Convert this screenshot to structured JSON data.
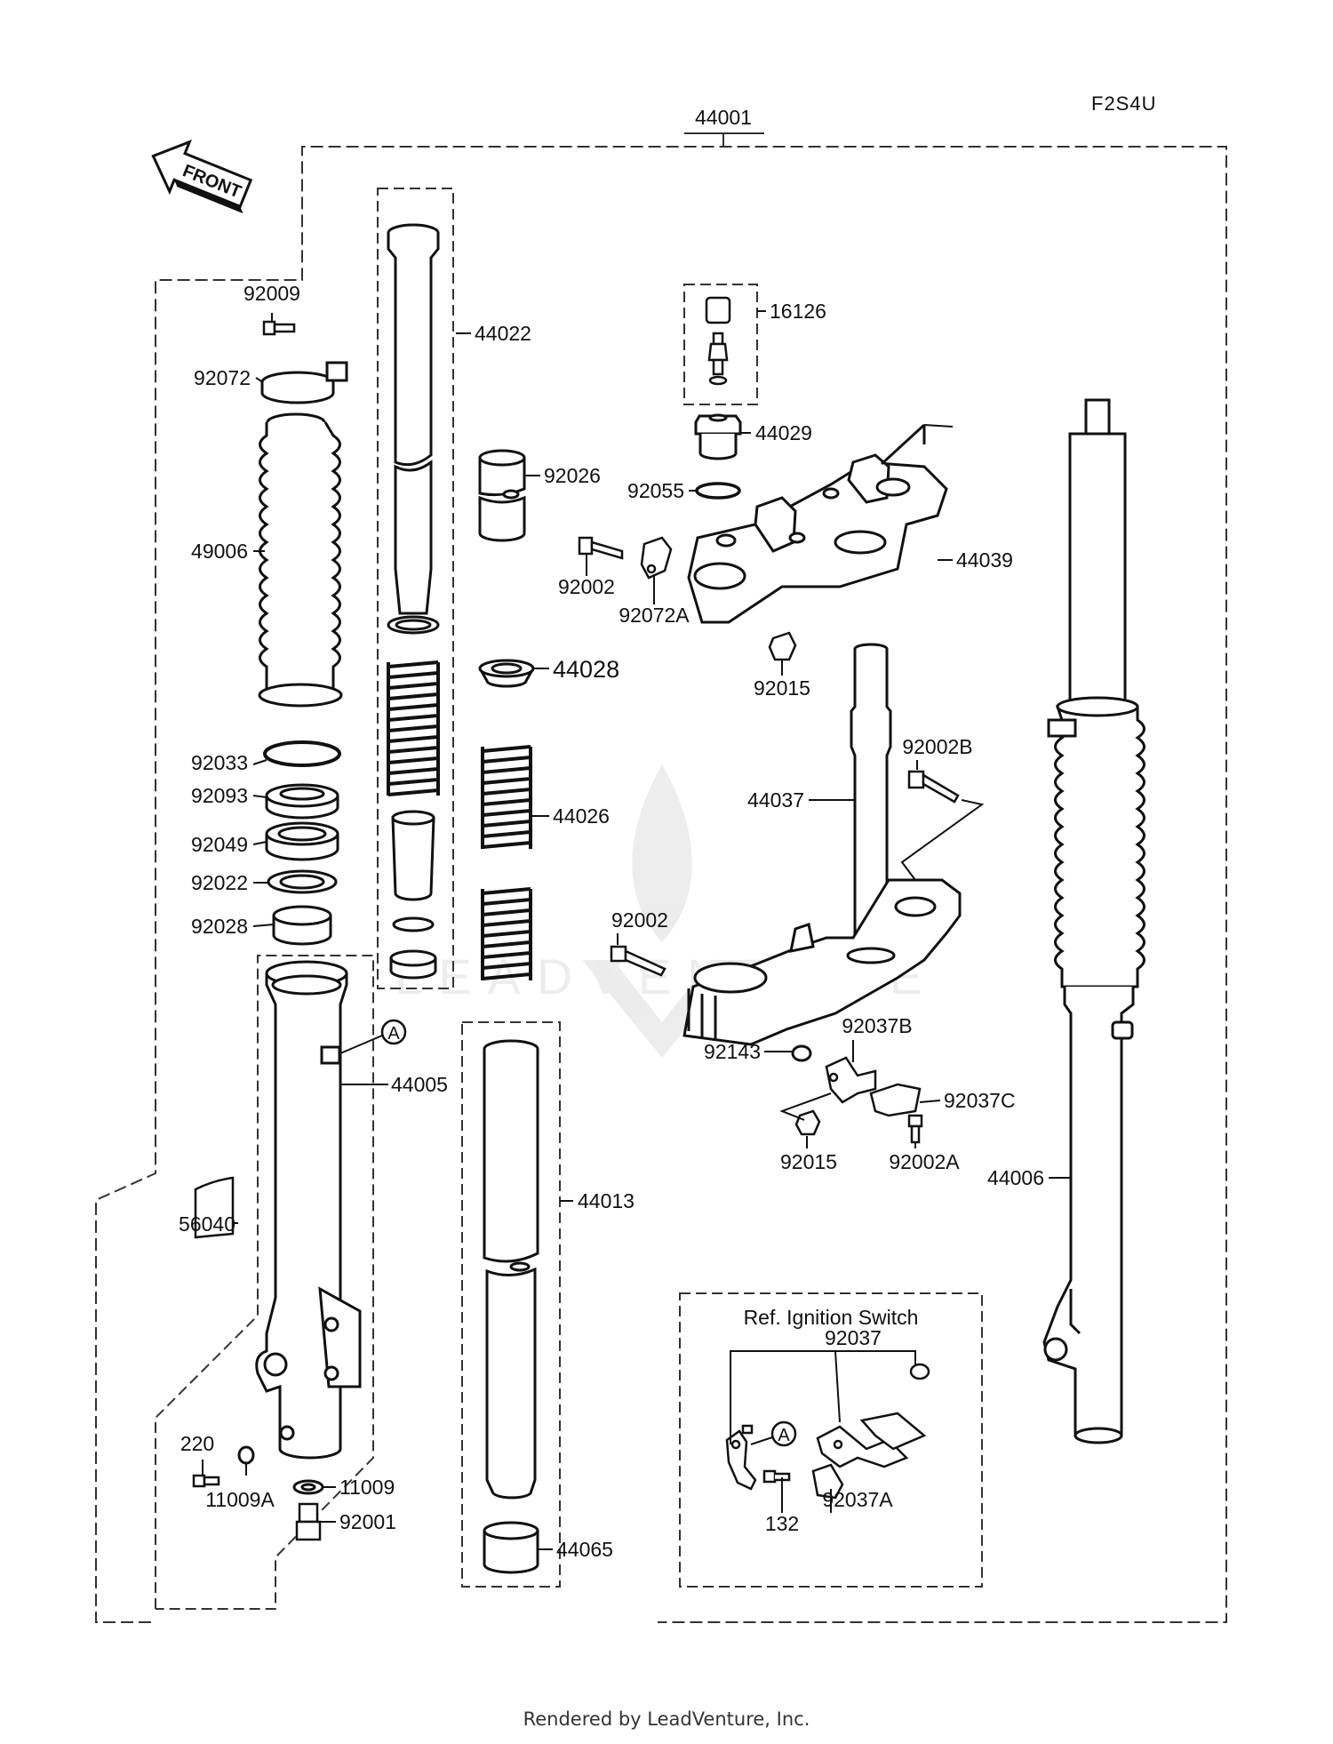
{
  "diagram_code": "F2S4U",
  "front_arrow_label": "FRONT",
  "callout_marker": "A",
  "reference_note": "Ref. Ignition Switch",
  "watermark_text": "LEADVENTURE",
  "footer": "Rendered by LeadVenture, Inc.",
  "parts": [
    "44001",
    "92009",
    "92072",
    "49006",
    "92033",
    "92093",
    "92049",
    "92022",
    "92028",
    "44022",
    "92026",
    "44028",
    "44026",
    "44005",
    "44013",
    "44065",
    "56040",
    "220",
    "11009A",
    "11009",
    "92001",
    "16126",
    "44029",
    "92055",
    "44039",
    "92002",
    "92072A",
    "92015",
    "92002B",
    "44037",
    "92002",
    "92143",
    "92037B",
    "92037C",
    "92015",
    "92002A",
    "44006",
    "92037",
    "132",
    "92037A"
  ]
}
